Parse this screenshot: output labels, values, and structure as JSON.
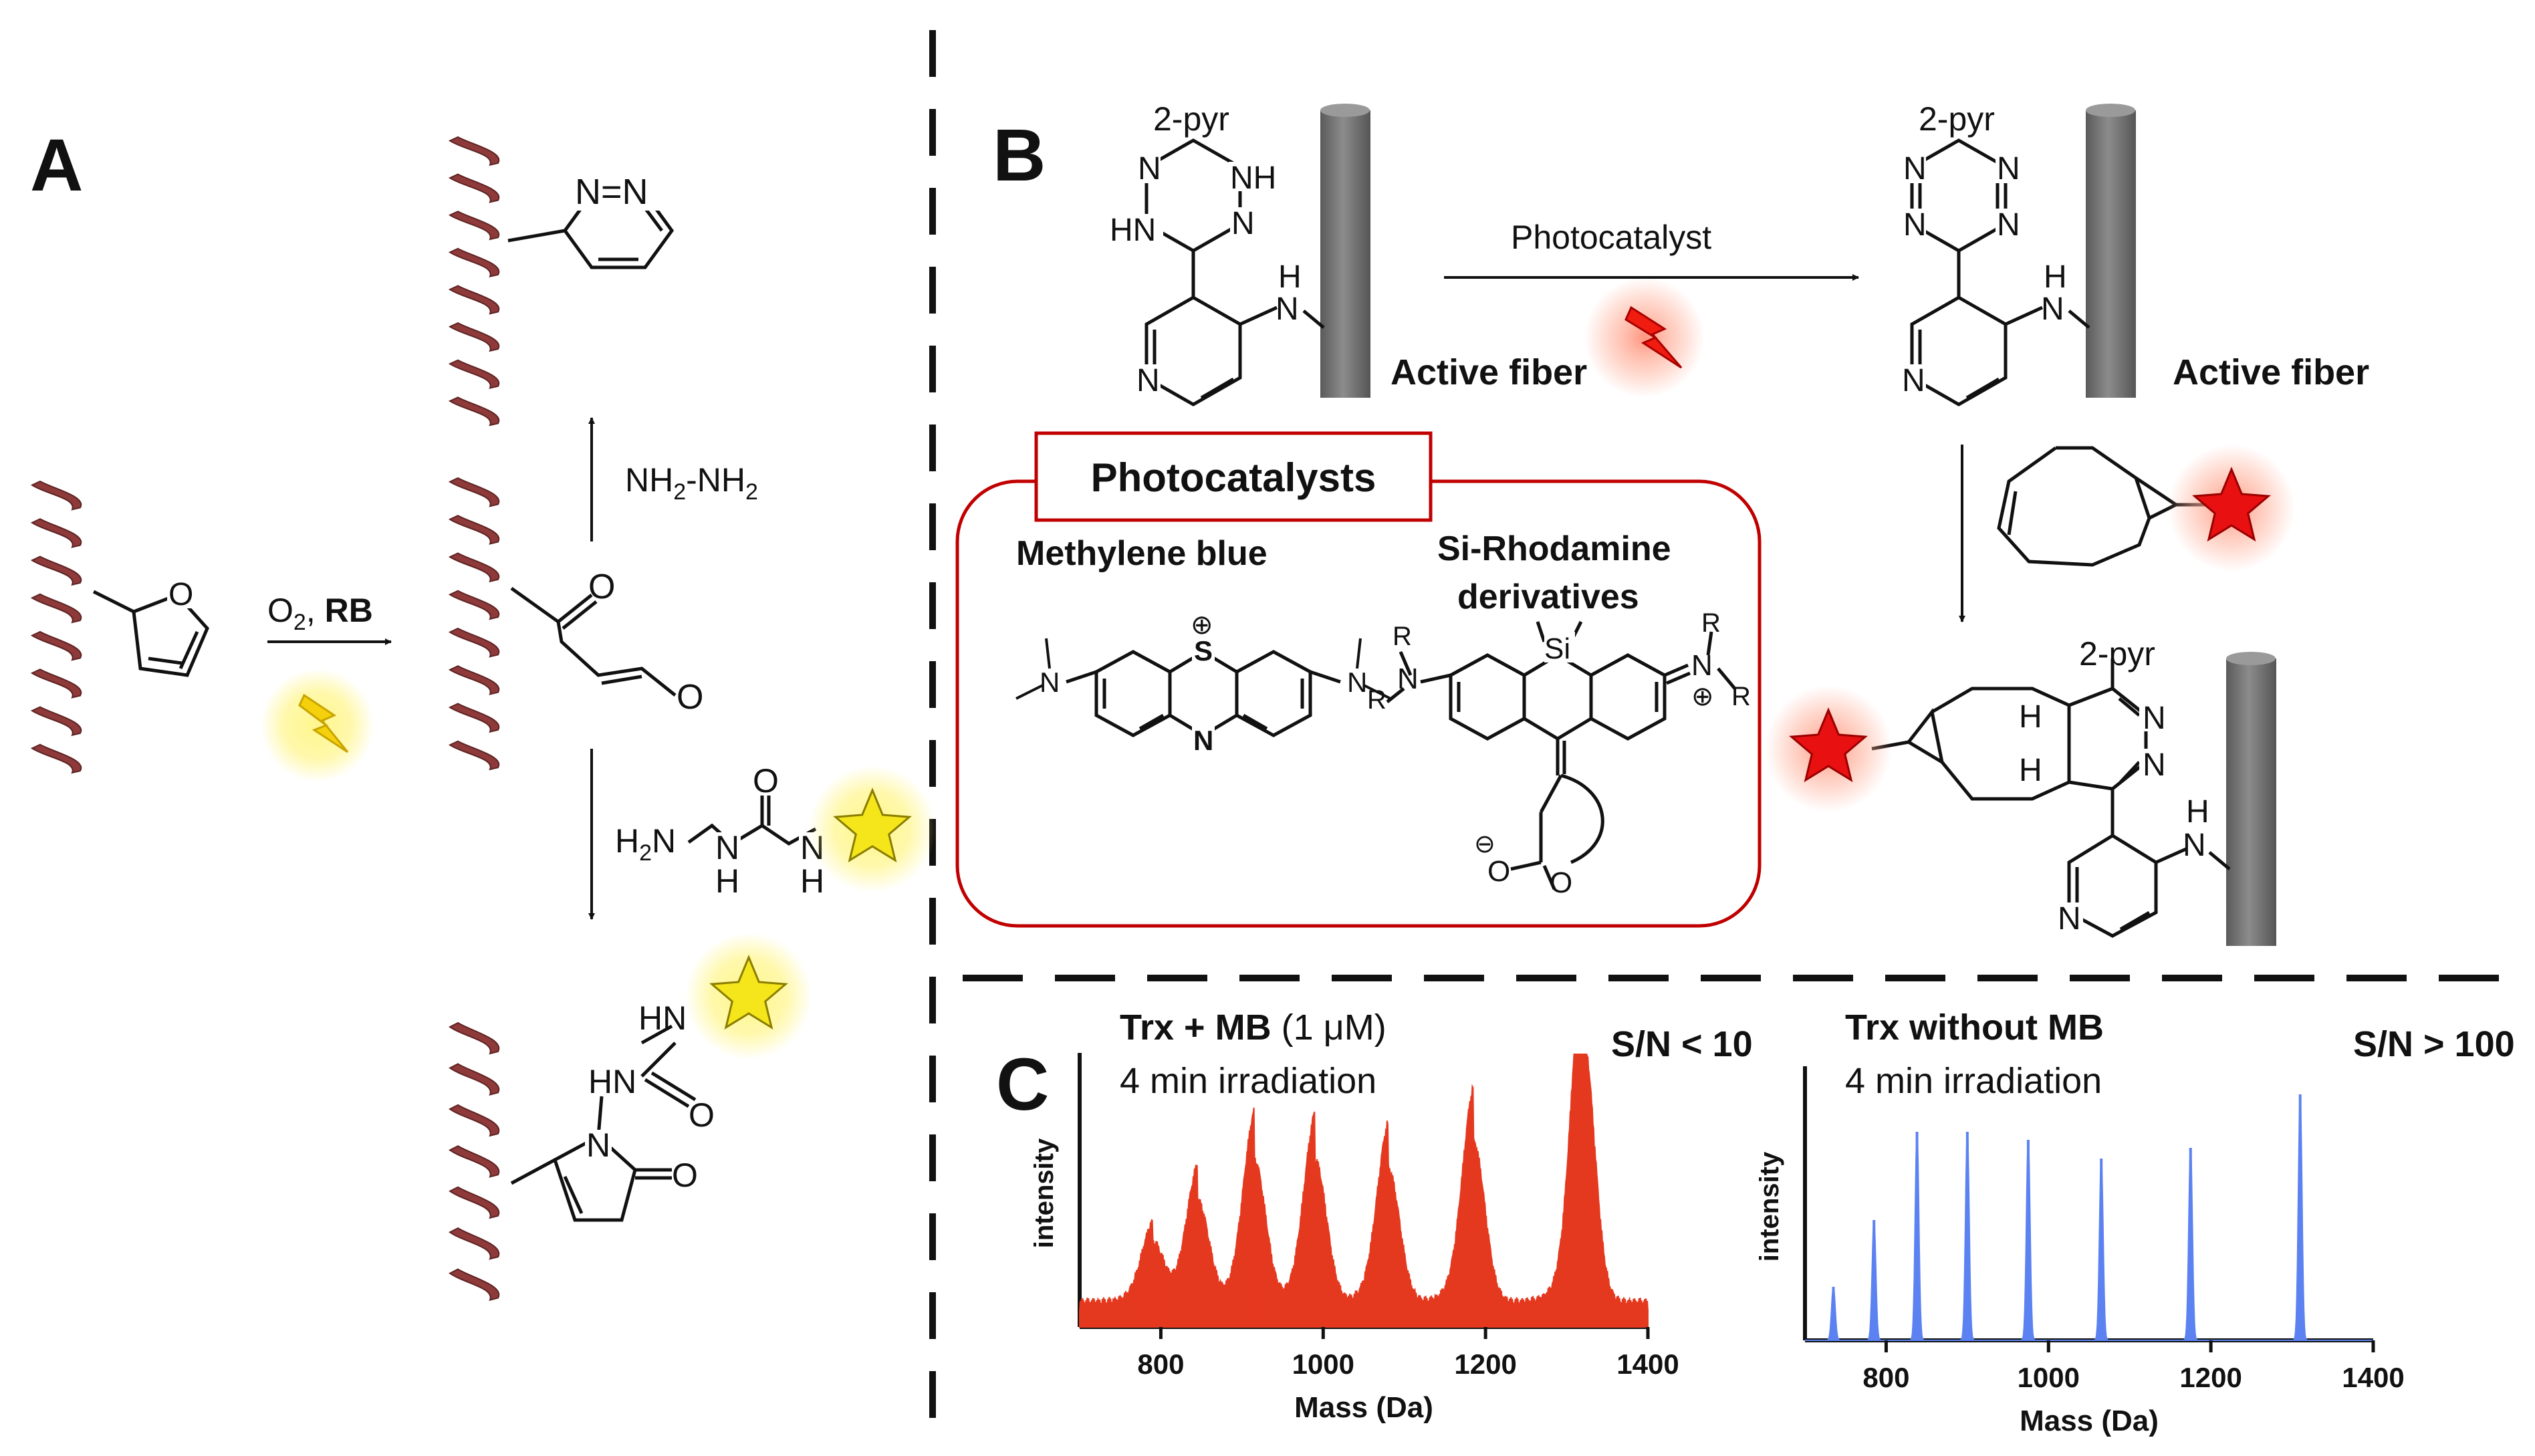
{
  "panels": {
    "a": "A",
    "b": "B",
    "c": "C"
  },
  "panel_a": {
    "reagent_o2": "O",
    "reagent_o2_sub": "2",
    "reagent_rb": "RB",
    "reagent_hydrazine": "NH",
    "reagent_hydrazine_sub1": "2",
    "reagent_hydrazine_mid": "-NH",
    "reagent_hydrazine_sub2": "2",
    "probe_h2n": "H",
    "probe_h2n_sub": "2",
    "probe_n": "N",
    "probe_o": "O",
    "probe_nh1": "N",
    "probe_nh1_h": "H",
    "probe_nh2": "N",
    "probe_nh2_h": "H",
    "furan_o": "O",
    "pyridazine_n": "N=N",
    "enone_o1": "O",
    "enone_o2": "O",
    "pyrrolinone_n": "N",
    "pyrrolinone_o": "O",
    "product_hn1": "HN",
    "product_hn2": "HN",
    "product_o": "O"
  },
  "panel_b": {
    "substituent_left": "2-pyr",
    "substituent_right": "2-pyr",
    "substituent_product": "2-pyr",
    "arrow_label": "Photocatalyst",
    "fiber_label_left": "Active fiber",
    "fiber_label_right": "Active fiber",
    "nh_left": "NH",
    "hn_left": "HN",
    "nh_link_left_h": "H",
    "nh_link_left_n": "N",
    "nh_link_right_h": "H",
    "nh_link_right_n": "N",
    "nh_link_prod_h": "H",
    "nh_link_prod_n": "N",
    "n_atom": "N",
    "box_title": "Photocatalysts",
    "catalyst_1": "Methylene blue",
    "catalyst_2_line1": "Si-Rhodamine",
    "catalyst_2_line2": "derivatives",
    "mb_s": "S",
    "mb_n": "N",
    "plus": "⊕",
    "minus": "⊖",
    "si": "Si",
    "r": "R",
    "h_atom": "H",
    "o_atom": "O"
  },
  "panel_c": {
    "left_title_bold": "Trx + MB",
    "left_title_conc": " (1 μM)",
    "left_subtitle": "4 min irradiation",
    "left_sn": "S/N < 10",
    "right_title_bold": "Trx without MB",
    "right_subtitle": "4 min irradiation",
    "right_sn": "S/N > 100"
  },
  "colors": {
    "helix": "#8e3a3a",
    "red_spectrum": "#e5391f",
    "blue_spectrum": "#5b82f0",
    "box_border": "#c00000",
    "star_yellow": "#f5e61c",
    "star_red": "#e81010",
    "fiber": "#707070"
  },
  "icons": {
    "lightning_yellow": "lightning-bolt-icon",
    "lightning_red": "lightning-bolt-icon",
    "star": "star-icon"
  },
  "chart_data": [
    {
      "type": "line",
      "name": "",
      "xlabel": "Mass (Da)",
      "ylabel": "intensity",
      "xlim": [
        700,
        1400
      ],
      "x_ticks": [
        "800",
        "1000",
        "1200",
        "1400"
      ],
      "peaks": [
        {
          "x": 790,
          "y": 0.22
        },
        {
          "x": 845,
          "y": 0.38
        },
        {
          "x": 915,
          "y": 0.53
        },
        {
          "x": 990,
          "y": 0.53
        },
        {
          "x": 1080,
          "y": 0.5
        },
        {
          "x": 1185,
          "y": 0.6
        },
        {
          "x": 1320,
          "y": 1.0
        }
      ],
      "baseline": 0.06,
      "color": "#e5391f"
    },
    {
      "type": "line",
      "name": "",
      "xlabel": "Mass (Da)",
      "ylabel": "intensity",
      "xlim": [
        700,
        1400
      ],
      "x_ticks": [
        "800",
        "1000",
        "1200",
        "1400"
      ],
      "peaks": [
        {
          "x": 735,
          "y": 0.2
        },
        {
          "x": 785,
          "y": 0.45
        },
        {
          "x": 838,
          "y": 0.78
        },
        {
          "x": 900,
          "y": 0.78
        },
        {
          "x": 975,
          "y": 0.75
        },
        {
          "x": 1065,
          "y": 0.68
        },
        {
          "x": 1175,
          "y": 0.72
        },
        {
          "x": 1310,
          "y": 0.92
        }
      ],
      "baseline": 0.0,
      "color": "#5b82f0"
    }
  ]
}
